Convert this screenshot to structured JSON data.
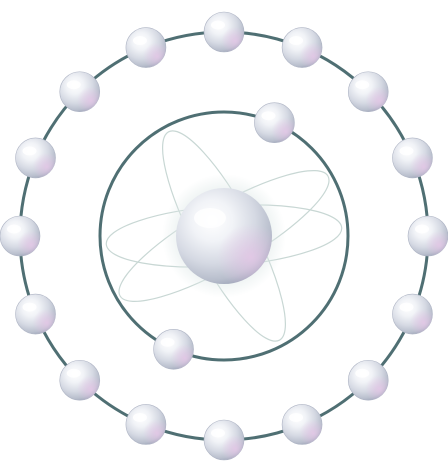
{
  "diagram": {
    "subject": "atom",
    "nucleus": {
      "count": 1
    },
    "shells": [
      {
        "level": 1,
        "electron_count": 2
      },
      {
        "level": 2,
        "electron_count": 16
      }
    ],
    "orbit_paths": {
      "count": 3
    },
    "colors": {
      "shell_stroke": "#4f6f73",
      "orbit_stroke": "#c8d7d4",
      "sphere_highlight": "#ffffff",
      "sphere_mid": "#d9dde6",
      "sphere_shadow": "#9aa1b5",
      "sphere_tint": "#e6c8e8",
      "nucleus_glow": "#dfe9e8"
    }
  }
}
